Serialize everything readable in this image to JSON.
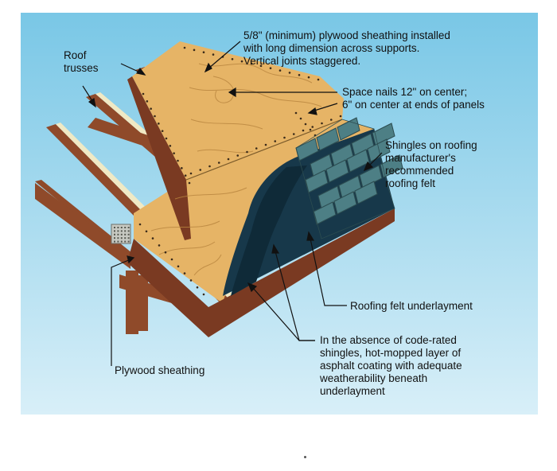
{
  "labels": {
    "roof_trusses": "Roof\ntrusses",
    "sheathing_install": "5/8\" (minimum) plywood sheathing installed\nwith long dimension across supports.\nVertical joints staggered.",
    "nail_spacing": "Space nails 12\" on center;\n6\" on center at ends of panels",
    "shingles": "Shingles on roofing\nmanufacturer's\nrecommended\nroofing felt",
    "felt_underlayment": "Roofing felt underlayment",
    "asphalt_coating": "In the absence of code-rated\nshingles, hot-mopped layer of\nasphalt coating with adequate\nweatherability beneath\nunderlayment",
    "plywood_sheathing": "Plywood sheathing"
  },
  "colors": {
    "sky_top": "#79c7e6",
    "sky_bottom": "#d8eff8",
    "plywood": "#e6b466",
    "plywood_grain": "#b8853f",
    "truss": "#8f4a2a",
    "truss_light": "#f0e9c4",
    "felt": "#17384a",
    "asphalt": "#0f2a38",
    "shingle": "#4d7f85",
    "fascia": "#7a3a22"
  },
  "icons": [
    "truss-plate-icon"
  ]
}
